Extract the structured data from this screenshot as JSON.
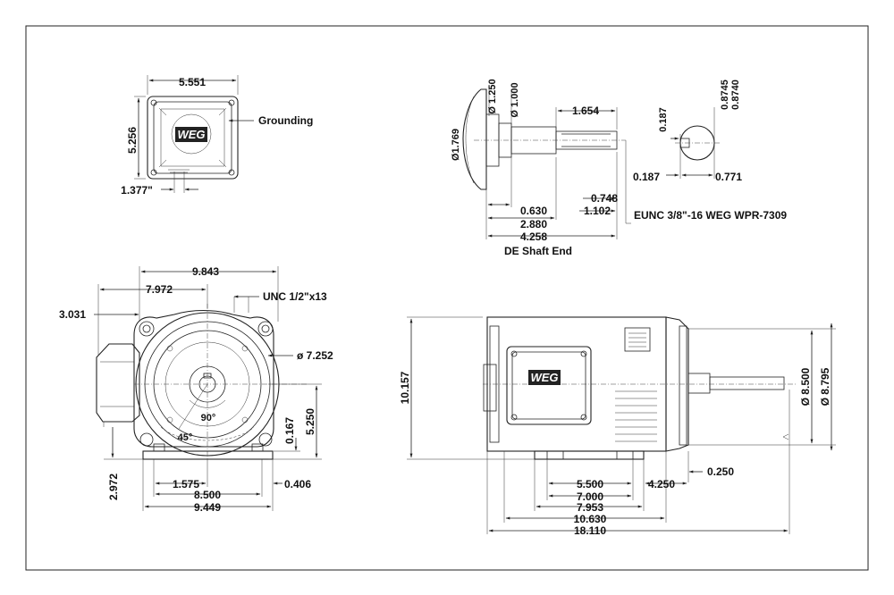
{
  "brand": "WEG",
  "terminal_box": {
    "width": "5.551",
    "height": "5.256",
    "offset": "1.377\"",
    "grounding": "Grounding"
  },
  "shaft_end": {
    "dia_1250": "Ø 1.250",
    "dia_1000": "Ø 1.000",
    "dia_1769": "Ø1.769",
    "len_1654": "1.654",
    "len_0630": "0.630",
    "len_2880": "2.880",
    "len_4258": "4.258",
    "len_0748": "0.748",
    "len_1102": "1.102",
    "thread": "EUNC 3/8\"-16 WEG WPR-7309",
    "caption": "DE Shaft End",
    "key_0187_v": "0.187",
    "key_08745": "0.8745",
    "key_08740": "0.8740",
    "key_0187_h": "0.187",
    "key_0771": "0.771"
  },
  "front_view": {
    "d_9843": "9.843",
    "d_7972": "7.972",
    "d_3031": "3.031",
    "bolt": "UNC 1/2\"x13",
    "d_7252": "ø 7.252",
    "d_0167": "0.167",
    "d_5250": "5.250",
    "ang_90": "90°",
    "ang_45": "45°",
    "d_2972": "2.972",
    "d_1575": "1.575",
    "d_0406": "0.406",
    "d_8500": "8.500",
    "d_9449": "9.449"
  },
  "side_view": {
    "d_10157": "10.157",
    "d_8500": "Ø 8.500",
    "d_8795": "Ø 8.795",
    "d_0250": "0.250",
    "d_5500": "5.500",
    "d_4250": "4.250",
    "d_7000": "7.000",
    "d_7953": "7.953",
    "d_10630": "10.630",
    "d_18110": "18.110"
  }
}
